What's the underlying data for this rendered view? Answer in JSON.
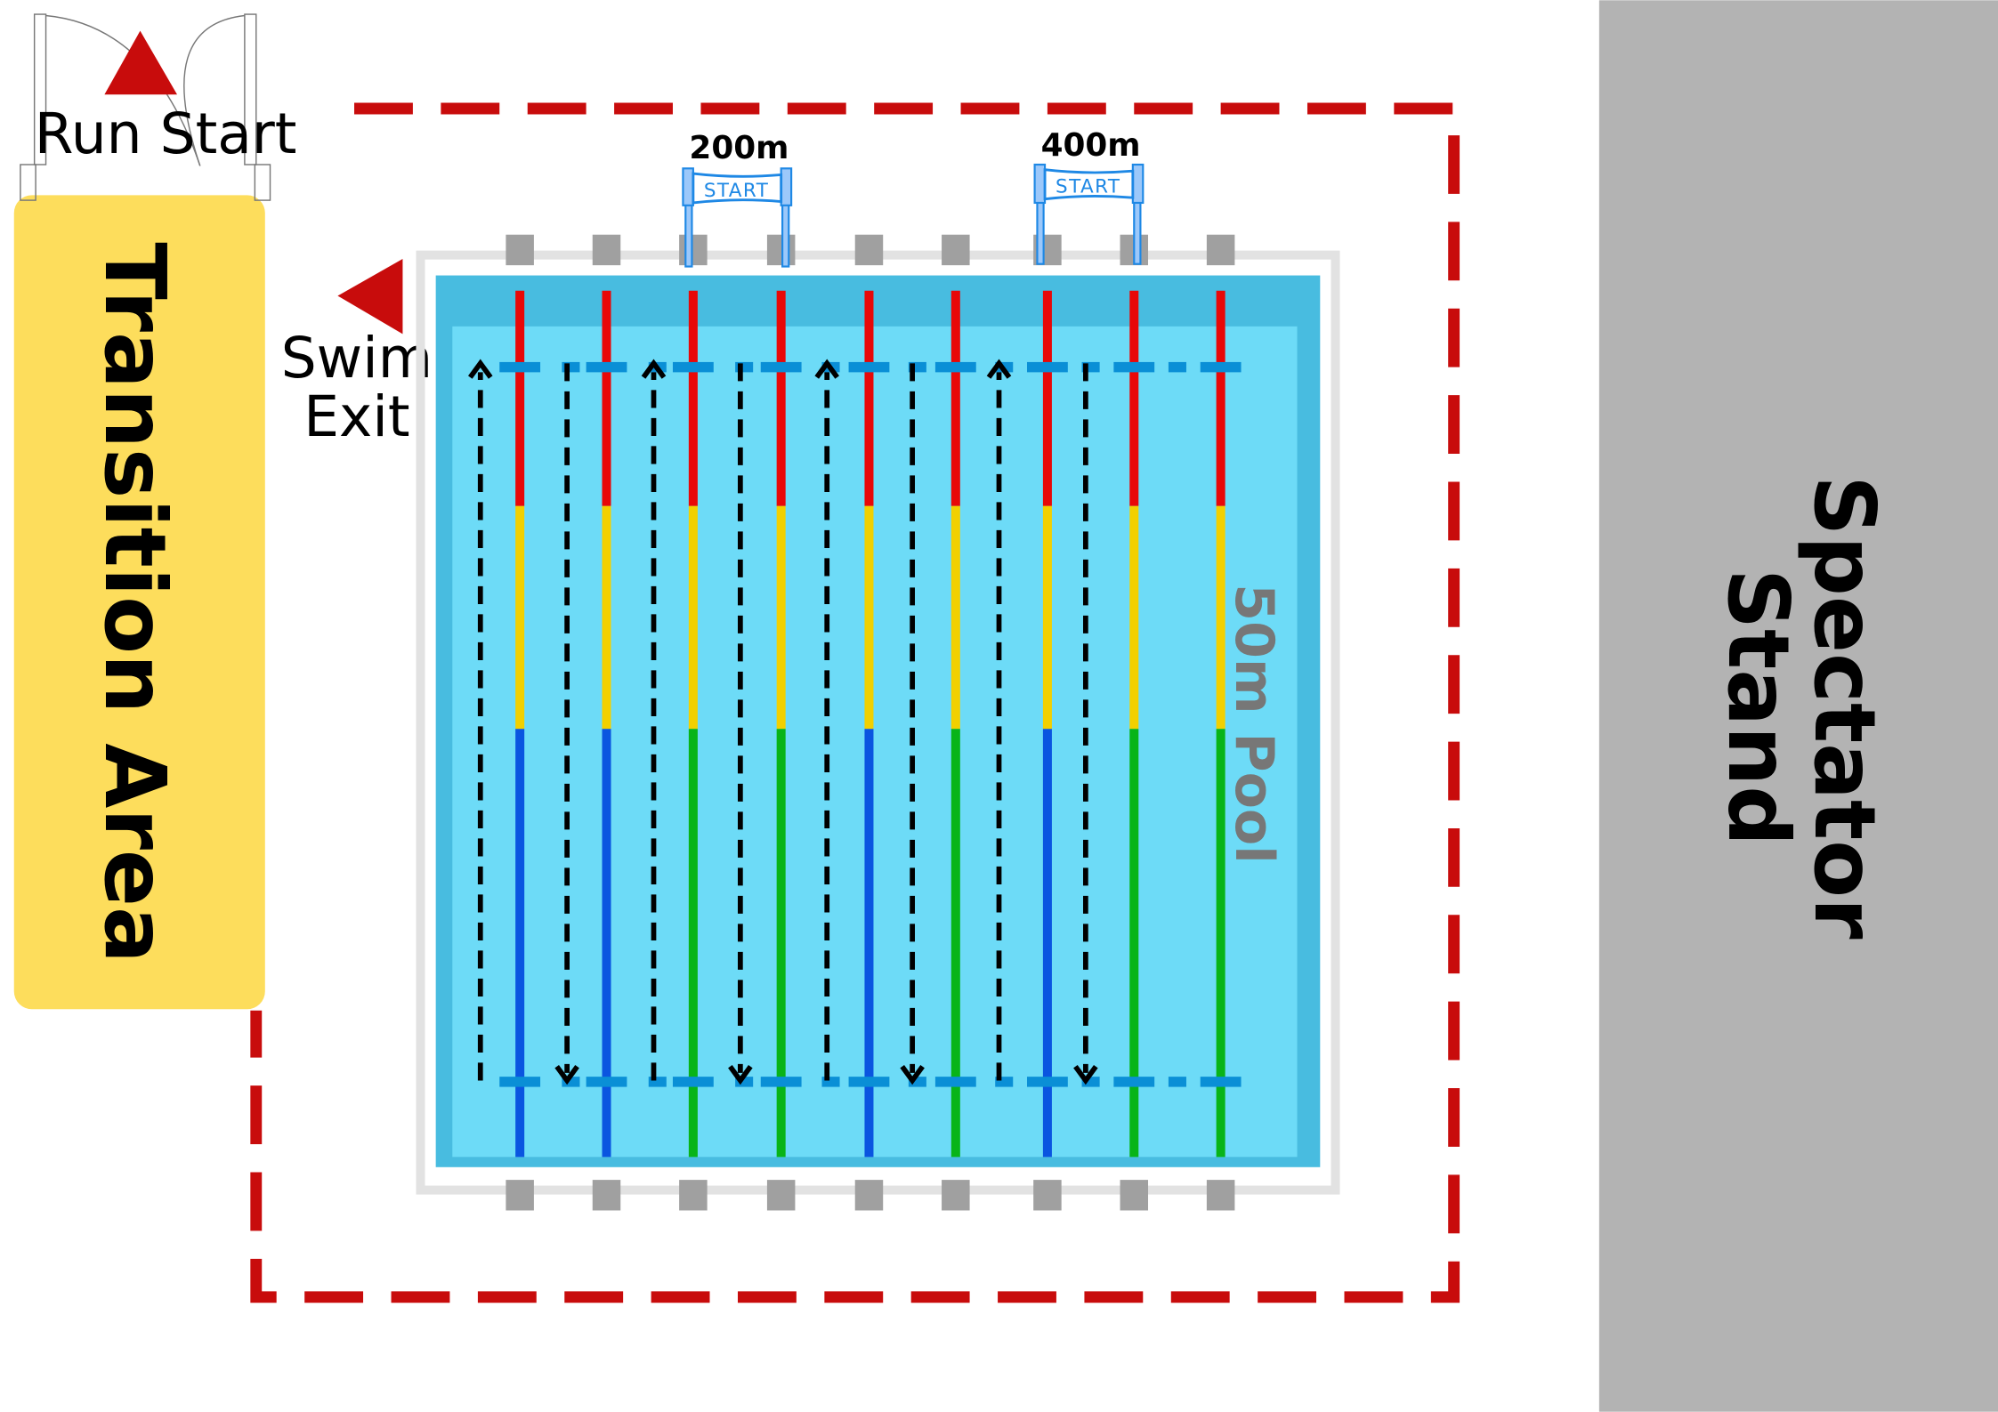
{
  "labels": {
    "run_start": "Run Start",
    "transition_area": "Transition Area",
    "swim_exit_line1": "Swim",
    "swim_exit_line2": "Exit",
    "pool": "50m Pool",
    "spectator_line1": "Spectator",
    "spectator_line2": "Stand",
    "start_200": "200m",
    "start_400": "400m",
    "banner_text": "START"
  },
  "colors": {
    "course_boundary": "#c80c0c",
    "transition": "#fddd5c",
    "spectator": "#b3b3b3",
    "pool_outer": "#48bce0",
    "pool_inner": "#6ddbf7",
    "rope_red": "#e80808",
    "rope_yellow": "#f2d000",
    "rope_blue": "#0a55e0",
    "rope_green": "#08b418",
    "banner": "#1e88e5"
  },
  "lane_ropes": [
    "blue",
    "blue",
    "green",
    "green",
    "blue",
    "green",
    "blue",
    "green",
    "green"
  ],
  "swim_arrows": [
    "up",
    "down",
    "up",
    "down",
    "up",
    "down",
    "up",
    "down"
  ]
}
